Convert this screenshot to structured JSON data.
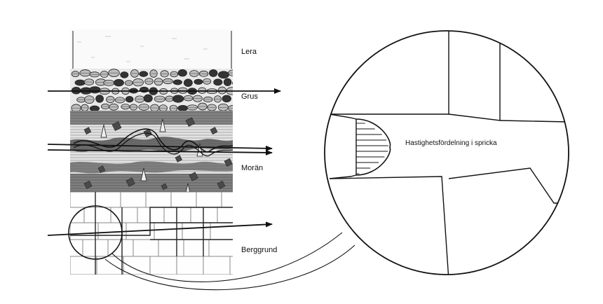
{
  "labels": {
    "clay": "Lera",
    "gravel": "Grus",
    "moraine": "Morän",
    "bedrock": "Berggrund",
    "velocity": "Hastighetsfördelning i spricka"
  },
  "colors": {
    "ink": "#111111",
    "gravel_dark": "#333333",
    "gravel_light": "#bdbdbd",
    "moraine_dark": "#4a4a4a",
    "moraine_light": "#d2d2d2",
    "moraine_band": "#8e8e8e"
  }
}
